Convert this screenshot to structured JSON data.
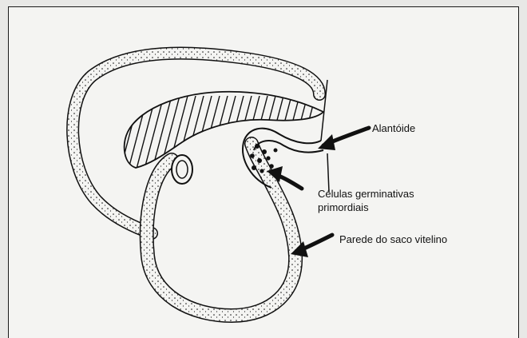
{
  "labels": {
    "alantoide": "Alantóide",
    "celulas_line1": "Células germinativas",
    "celulas_line2": "primordiais",
    "parede": "Parede do saco vitelino"
  },
  "colors": {
    "ink": "#111111",
    "paper": "#f4f4f2",
    "background": "#e8e8e6"
  }
}
